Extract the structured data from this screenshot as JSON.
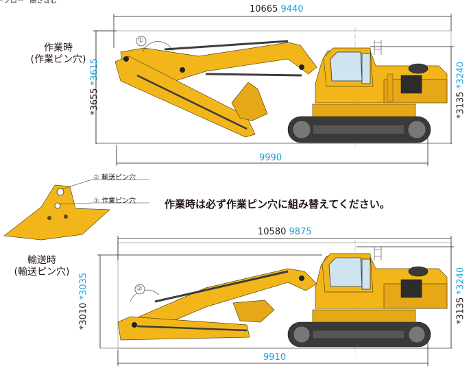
{
  "header_note": "*フロー^高さ含む",
  "working": {
    "title_line1": "作業時",
    "title_line2": "(作業ピン穴)",
    "overall_length_a": "10665",
    "overall_length_b": "9440",
    "height_left_a": "*3655",
    "height_left_b": "*3615",
    "height_right_a": "*3135",
    "height_right_b": "*3240",
    "track_length": "9990",
    "callout": "①"
  },
  "legend": {
    "pin2_marker": "②",
    "pin2_label": "輸送ピン穴",
    "pin1_marker": "①",
    "pin1_label": "作業ピン穴",
    "notice": "作業時は必ず作業ピン穴に組み替えてください。"
  },
  "transport": {
    "title_line1": "輸送時",
    "title_line2": "(輸送ピン穴)",
    "overall_length_a": "10580",
    "overall_length_b": "9875",
    "height_left_a": "*3010",
    "height_left_b": "*3035",
    "height_right_a": "*3135",
    "height_right_b": "*3240",
    "track_length": "9910",
    "callout": "②"
  },
  "colors": {
    "machine_yellow": "#f2b61b",
    "dimension_blue": "#1ba0d8",
    "text_dark": "#231815"
  }
}
